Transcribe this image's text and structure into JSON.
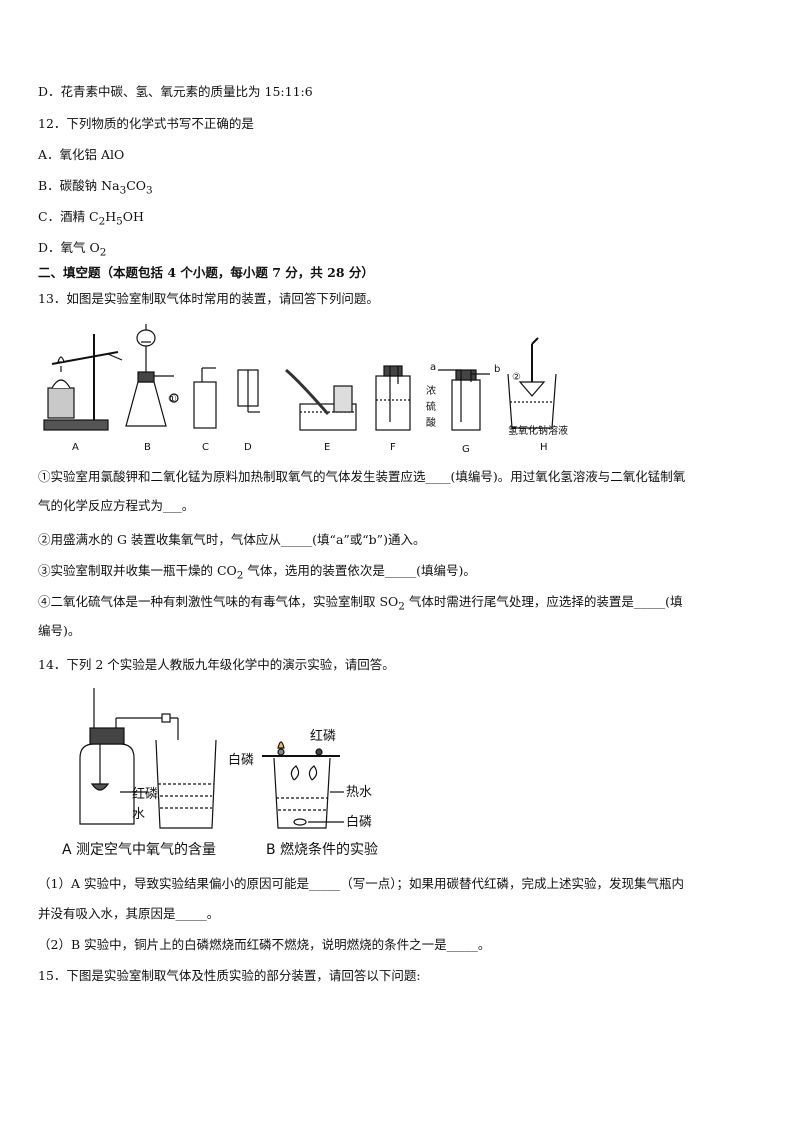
{
  "q11": {
    "option_d": "D．花青素中碳、氢、氧元素的质量比为 15:11:6"
  },
  "q12": {
    "stem": "12．下列物质的化学式书写不正确的是",
    "a": "A．氧化铝 AlO",
    "b_prefix": "B．碳酸钠 Na",
    "b_sub": "3",
    "b_suffix": "CO",
    "b_sub2": "3",
    "c_prefix": "C．酒精  C",
    "c_sub1": "2",
    "c_mid": "H",
    "c_sub2": "5",
    "c_suffix": "OH",
    "d_prefix": "D．氧气 O",
    "d_sub": "2"
  },
  "section2": {
    "title": "二、填空题（本题包括 4 个小题，每小题 7 分，共 28 分）"
  },
  "q13": {
    "stem": "13．如图是实验室制取气体时常用的装置，请回答下列问题。",
    "figure": {
      "labels": [
        "A",
        "B",
        "C",
        "D",
        "E",
        "F",
        "G",
        "H"
      ],
      "circle1": "①",
      "circle2": "②",
      "f_label_1": "浓",
      "f_label_2": "硫",
      "f_label_3": "酸",
      "g_port_a": "a",
      "g_port_b": "b",
      "h_label": "氢氧化钠溶液"
    },
    "p1_line1": "①实验室用氯酸钾和二氧化锰为原料加热制取氧气的气体发生装置应选____(填编号)。用过氧化氢溶液与二氧化锰制氧",
    "p1_line2": "气的化学反应方程式为___。",
    "p2": "②用盛满水的 G 装置收集氧气时，气体应从_____(填“a”或“b”)通入。",
    "p3_prefix": "③实验室制取并收集一瓶干燥的 CO",
    "p3_sub": "2",
    "p3_suffix": " 气体，选用的装置依次是_____(填编号)。",
    "p4_prefix": "④二氧化硫气体是一种有刺激性气味的有毒气体，实验室制取 SO",
    "p4_sub": "2",
    "p4_suffix": " 气体时需进行尾气处理，应选择的装置是_____(填",
    "p4_line2": "编号)。"
  },
  "q14": {
    "stem": "14．下列 2 个实验是人教版九年级化学中的演示实验，请回答。",
    "figure": {
      "red_p": "红磷",
      "water": "水",
      "white_p_left": "白磷",
      "red_p_top": "红磷",
      "hot_water": "热水",
      "white_p_bottom": "白磷",
      "caption_a": "A  测定空气中氧气的含量",
      "caption_b": "B  燃烧条件的实验"
    },
    "p1_line1": "（1）A 实验中，导致实验结果偏小的原因可能是_____（写一点）；如果用碳替代红磷，完成上述实验，发现集气瓶内",
    "p1_line2": "并没有吸入水，其原因是_____。",
    "p2": "（2）B 实验中，铜片上的白磷燃烧而红磷不燃烧，说明燃烧的条件之一是_____。"
  },
  "q15": {
    "stem": "15．下图是实验室制取气体及性质实验的部分装置，请回答以下问题:"
  }
}
